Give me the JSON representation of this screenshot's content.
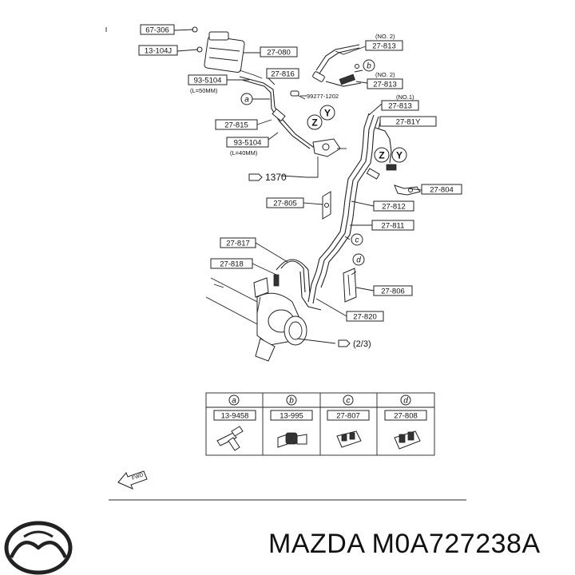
{
  "callouts": [
    "67-306",
    "13-104J",
    "27-080",
    "93-5104",
    "(L=50MM)",
    "27-816",
    "(NO. 2)",
    "27-813",
    "(NO. 2)",
    "27-813",
    "99277-1202",
    "27-815",
    "93-5104",
    "(L=40MM)",
    "(NO.1)",
    "27-813",
    "27-81Y",
    "1370",
    "27-804",
    "27-805",
    "27-812",
    "27-811",
    "27-817",
    "27-818",
    "27-806",
    "27-820",
    "(2/3)"
  ],
  "markers": [
    "a",
    "b",
    "c",
    "d",
    "Z",
    "Y",
    "Z",
    "Y",
    "c",
    "d"
  ],
  "legend": [
    {
      "key": "a",
      "part": "13-9458"
    },
    {
      "key": "b",
      "part": "13-995"
    },
    {
      "key": "c",
      "part": "27-807"
    },
    {
      "key": "d",
      "part": "27-808"
    }
  ],
  "fwd_label": "FWD",
  "brand": "MAZDA",
  "part_number": "M0A727238A"
}
